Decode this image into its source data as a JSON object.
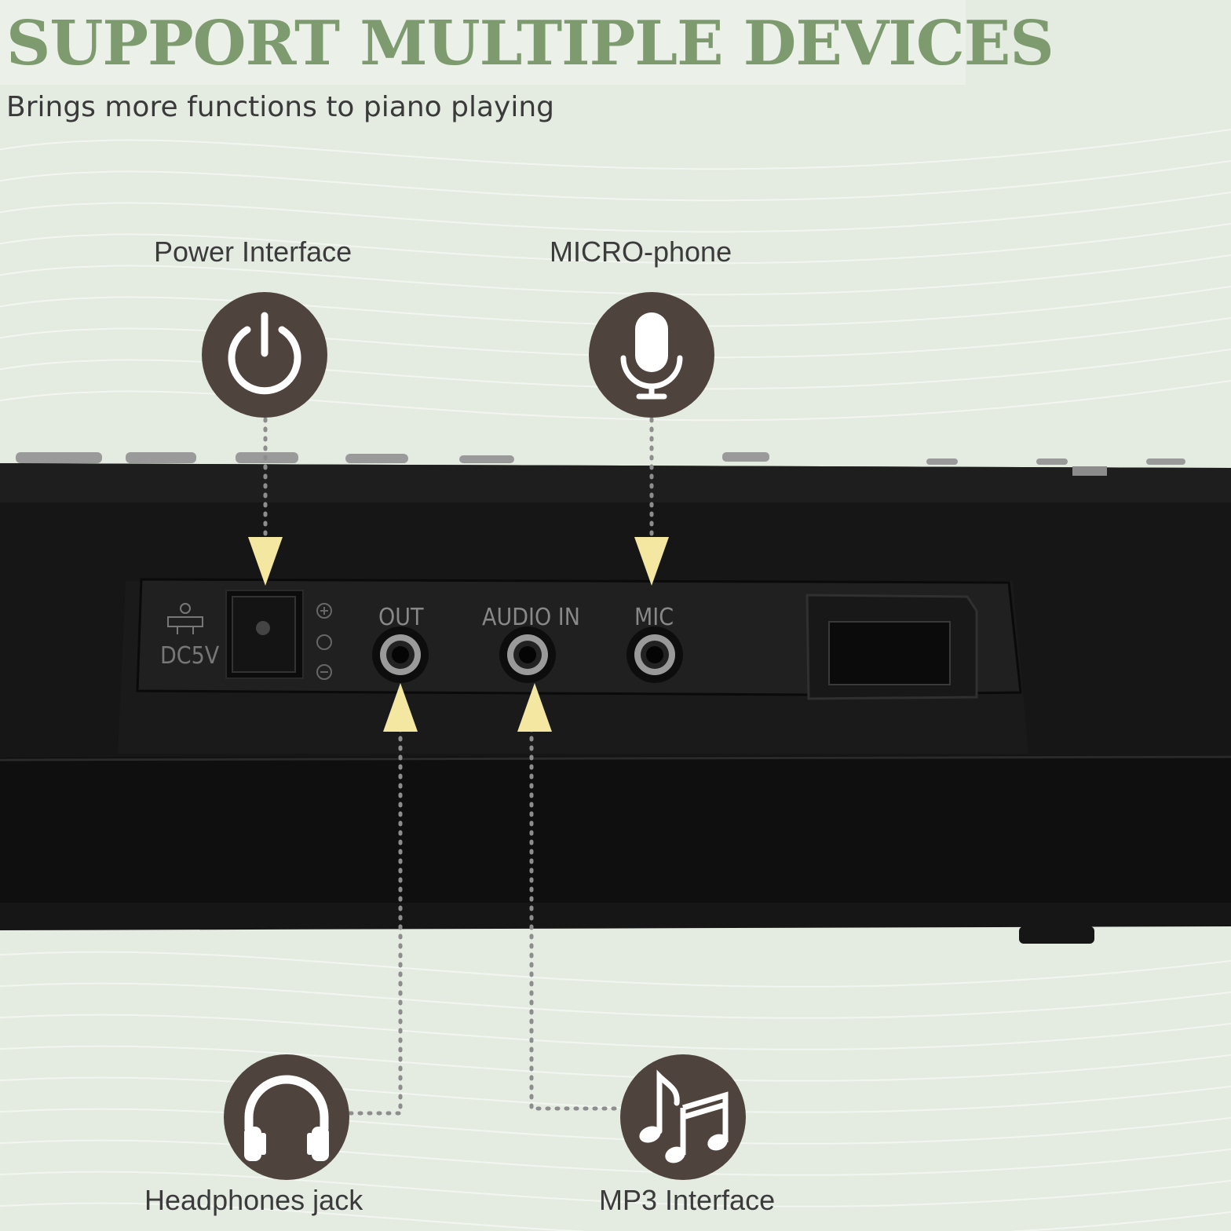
{
  "header": {
    "title": "SUPPORT MULTIPLE DEVICES",
    "subtitle": "Brings more functions to piano playing"
  },
  "features": {
    "power": {
      "label": "Power Interface",
      "icon": "power-icon"
    },
    "mic": {
      "label": "MICRO-phone",
      "icon": "microphone-icon"
    },
    "headphones": {
      "label": "Headphones jack",
      "icon": "headphones-icon"
    },
    "mp3": {
      "label": "MP3 Interface",
      "icon": "music-notes-icon"
    }
  },
  "panel": {
    "dc_label": "DC5V",
    "out_label": "OUT",
    "audio_in_label": "AUDIO IN",
    "mic_label": "MIC"
  },
  "colors": {
    "title": "#7e9a6f",
    "badge": "#4f433d",
    "arrow": "#f3e7a1",
    "keyboard": "#141414"
  }
}
